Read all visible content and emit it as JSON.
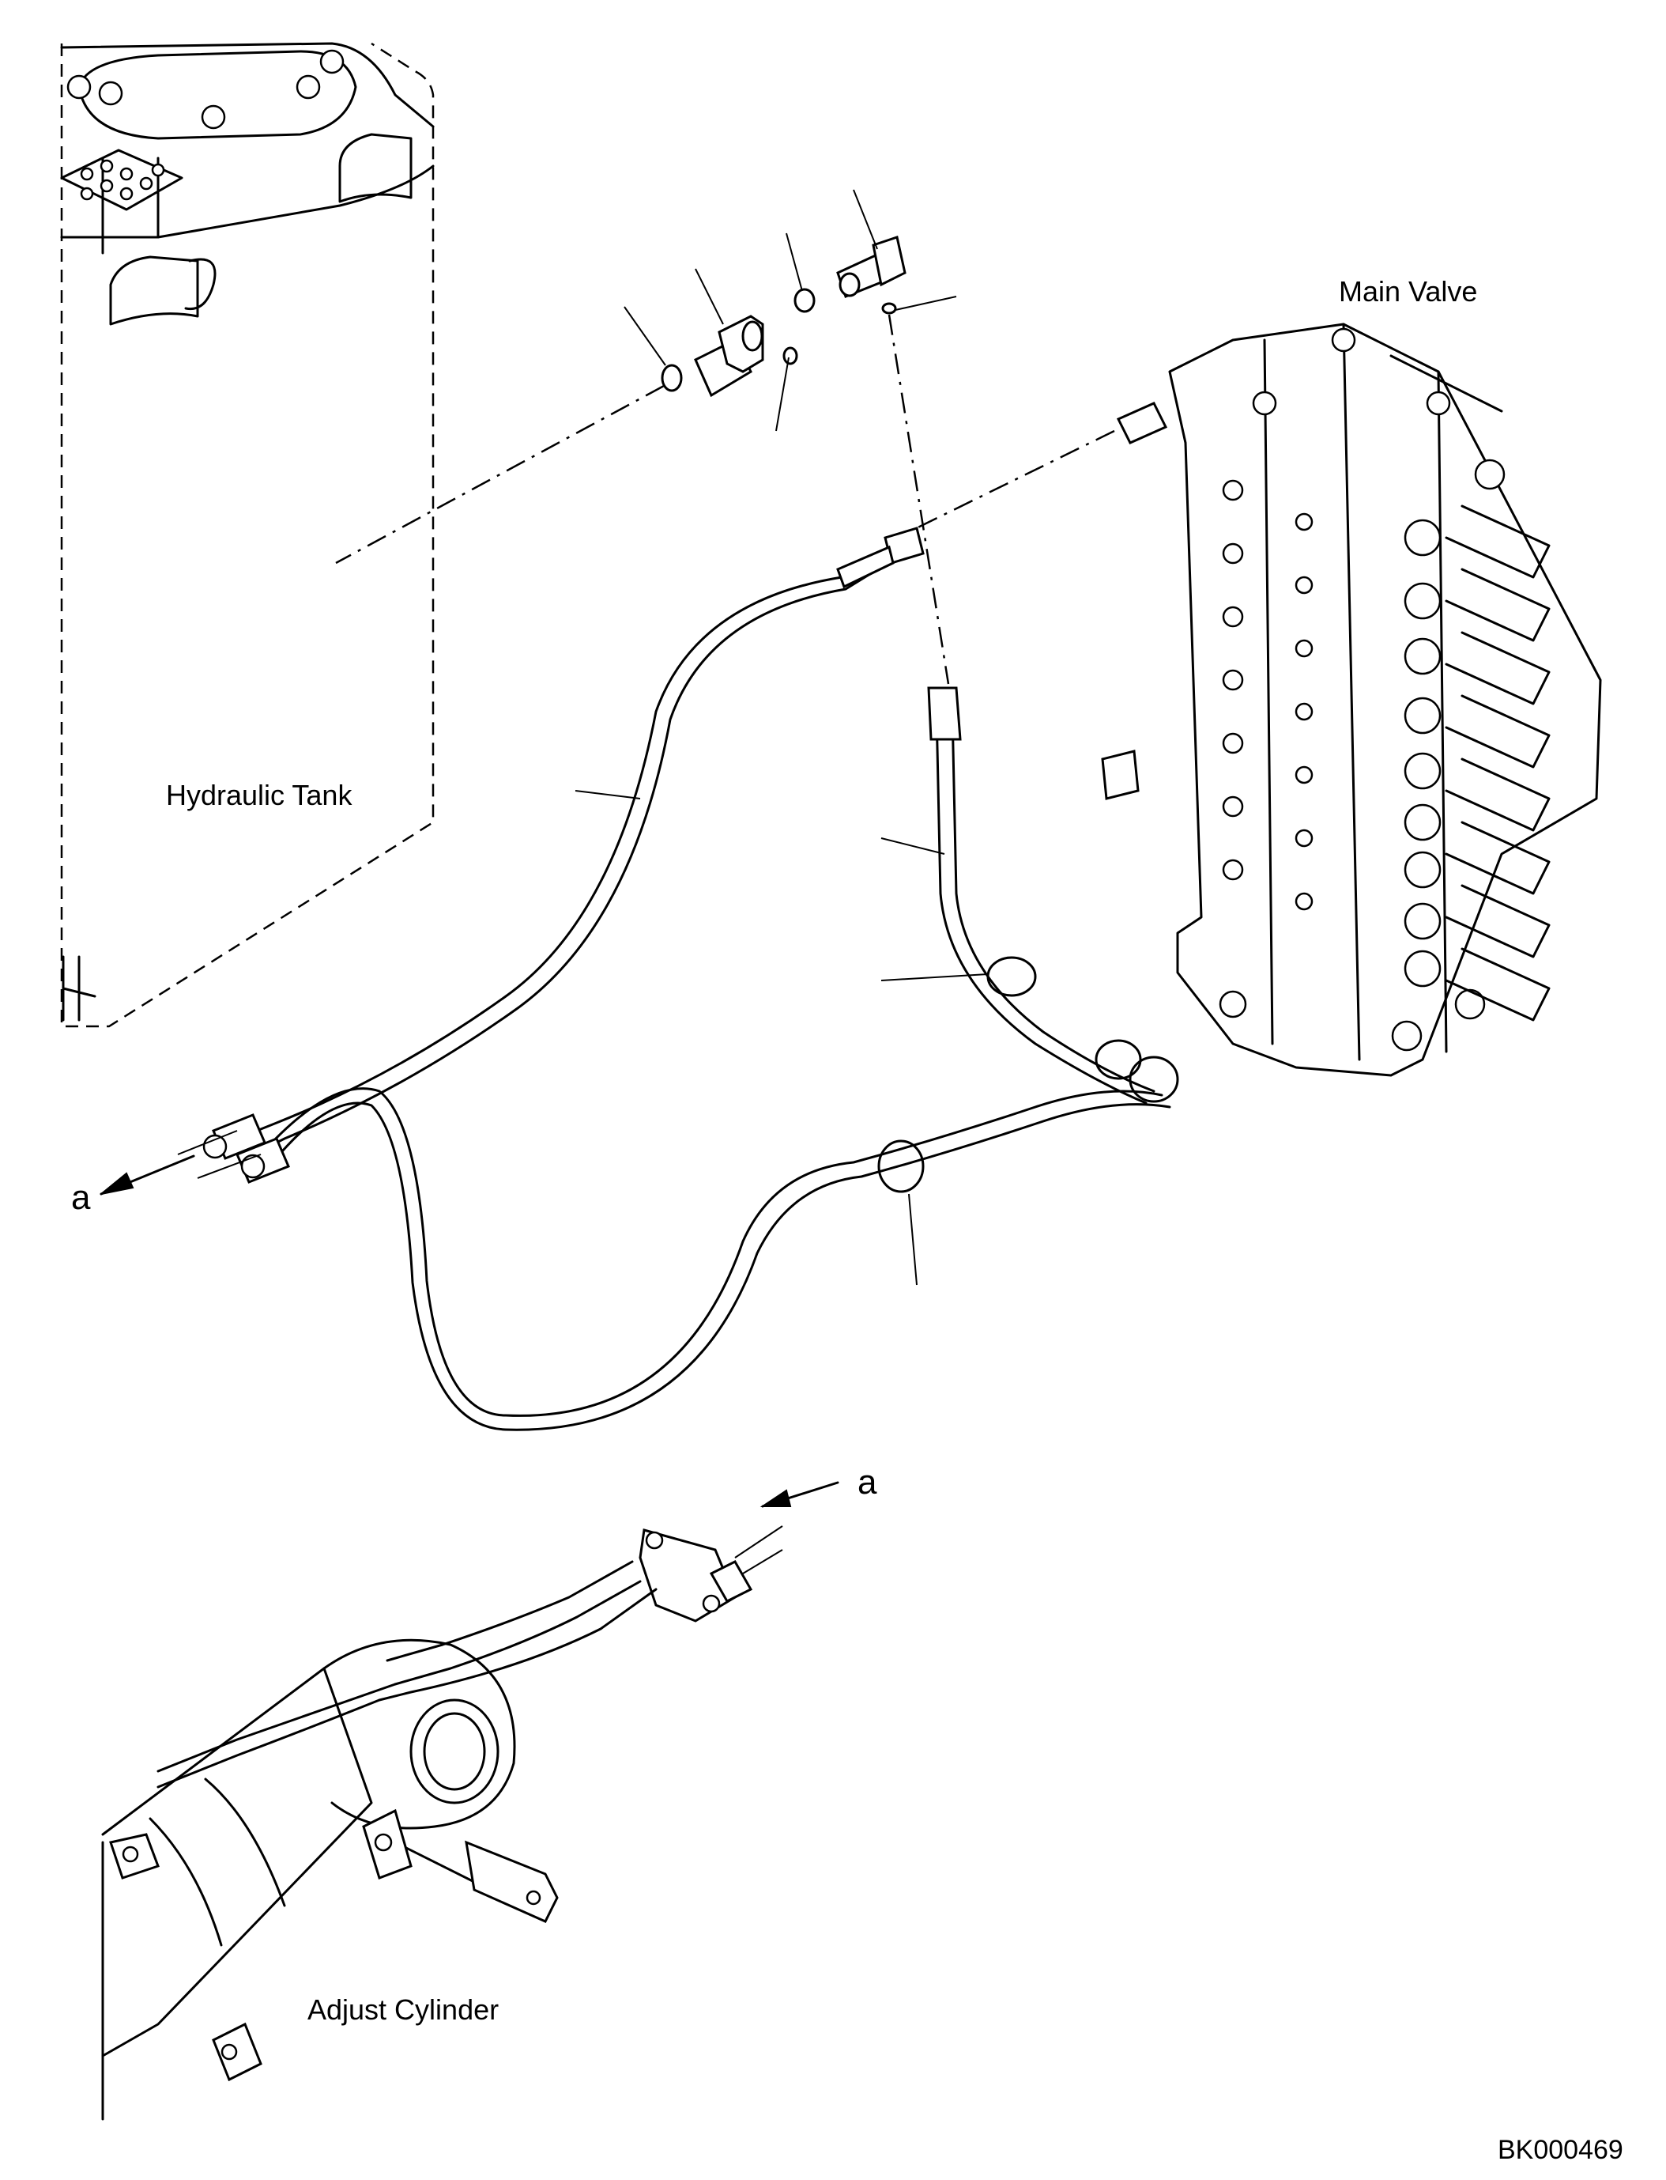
{
  "labels": {
    "hydraulic_tank": "Hydraulic Tank",
    "main_valve": "Main Valve",
    "adjust_cylinder": "Adjust Cylinder",
    "connector_top": "a",
    "connector_bottom": "a",
    "drawing_code": "BK000469"
  }
}
